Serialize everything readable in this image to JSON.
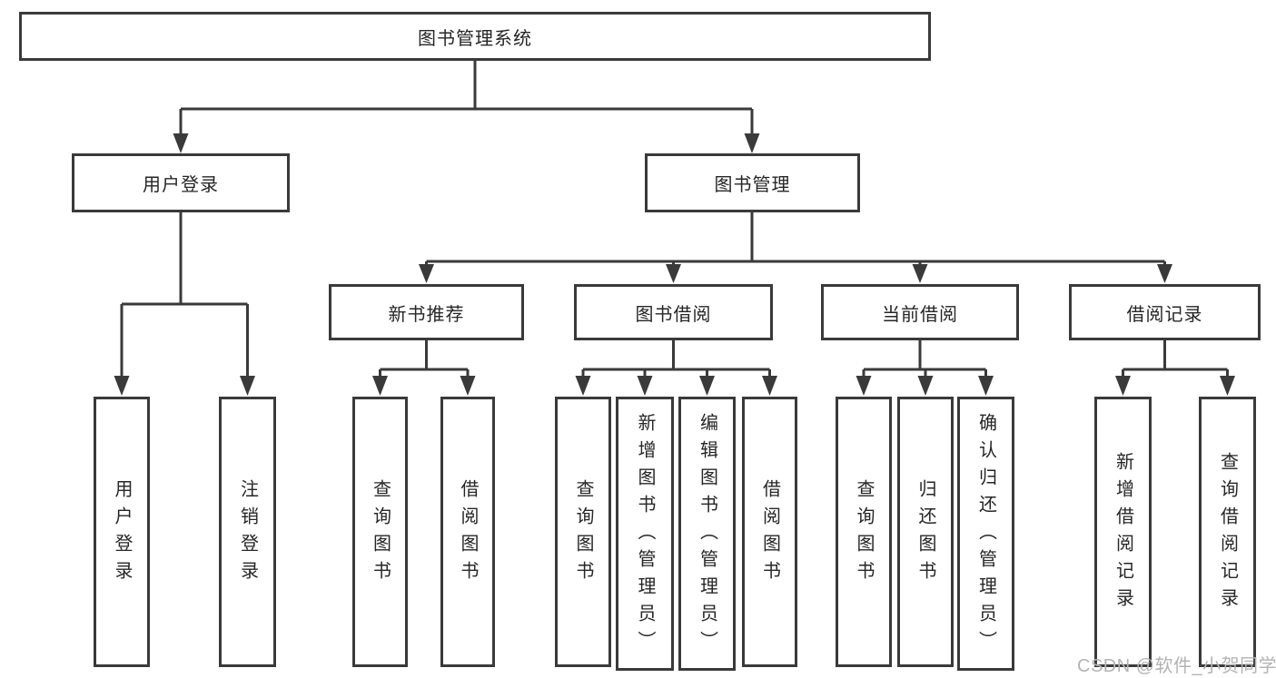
{
  "diagram": {
    "root": {
      "label": "图书管理系统"
    },
    "level2": [
      {
        "label": "用户登录"
      },
      {
        "label": "图书管理"
      }
    ],
    "level3": [
      {
        "label": "新书推荐"
      },
      {
        "label": "图书借阅"
      },
      {
        "label": "当前借阅"
      },
      {
        "label": "借阅记录"
      }
    ],
    "leaves": [
      {
        "label": "用户登录"
      },
      {
        "label": "注销登录"
      },
      {
        "label": "查询图书"
      },
      {
        "label": "借阅图书"
      },
      {
        "label": "查询图书"
      },
      {
        "label": "新增图书（管理员）"
      },
      {
        "label": "编辑图书（管理员）"
      },
      {
        "label": "借阅图书"
      },
      {
        "label": "查询图书"
      },
      {
        "label": "归还图书"
      },
      {
        "label": "确认归还（管理员）"
      },
      {
        "label": "新增借阅记录"
      },
      {
        "label": "查询借阅记录"
      }
    ],
    "watermark": "CSDN @软件_小贺同学",
    "colors": {
      "line": "#3a3a3a",
      "text": "#262626",
      "background": "#ffffff",
      "watermark": "#b3b3b3"
    }
  }
}
